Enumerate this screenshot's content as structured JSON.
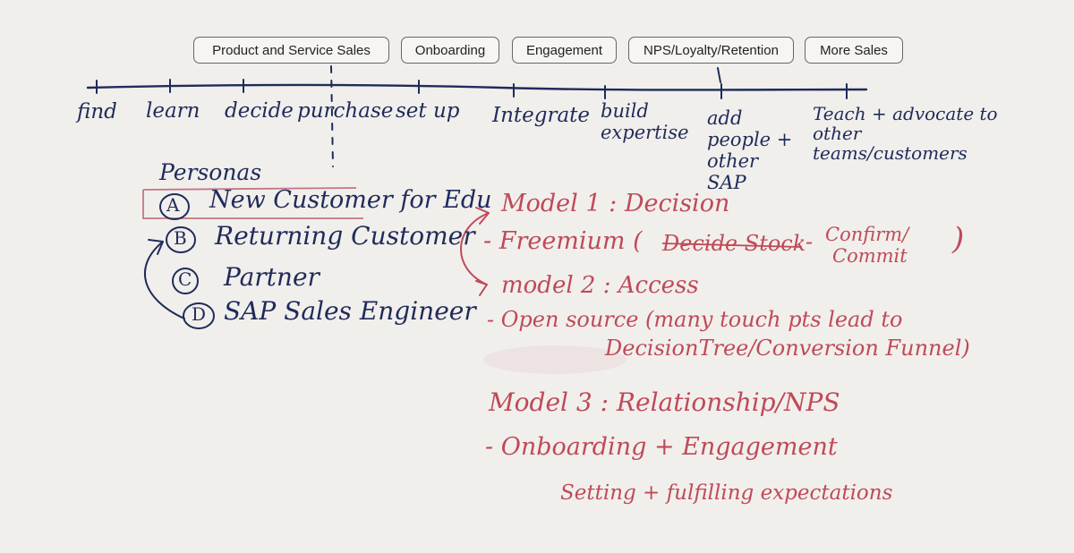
{
  "stages": [
    {
      "label": "Product and Service Sales"
    },
    {
      "label": "Onboarding"
    },
    {
      "label": "Engagement"
    },
    {
      "label": "NPS/Loyalty/Retention"
    },
    {
      "label": "More Sales"
    }
  ],
  "timeline": {
    "steps": [
      {
        "label": "find"
      },
      {
        "label": "learn"
      },
      {
        "label": "decide"
      },
      {
        "label": "purchase"
      },
      {
        "label": "set up"
      },
      {
        "label": "Integrate"
      },
      {
        "label": "build expertise"
      },
      {
        "label": "add people + other SAP"
      },
      {
        "label": "Teach + advocate to other teams/customers"
      }
    ]
  },
  "personas": {
    "title": "Personas",
    "items": [
      {
        "letter": "A",
        "label": "New Customer for Edu"
      },
      {
        "letter": "B",
        "label": "Returning Customer"
      },
      {
        "letter": "C",
        "label": "Partner"
      },
      {
        "letter": "D",
        "label": "SAP Sales Engineer"
      }
    ]
  },
  "models": {
    "m1_title": "Model 1 : Decision",
    "m1_line": "- Freemium (",
    "m1_struck": "Decide Stock",
    "m1_dash": "-",
    "m1_confirm": "Confirm/",
    "m1_commit": "Commit",
    "m1_paren": ")",
    "m2_title": "model 2 : Access",
    "m2_line1": "- Open source (many touch pts lead to",
    "m2_line2": "DecisionTree/Conversion Funnel)",
    "m3_title": "Model 3 : Relationship/NPS",
    "m3_line1": "- Onboarding + Engagement",
    "m3_line2": "Setting + fulfilling expectations"
  }
}
